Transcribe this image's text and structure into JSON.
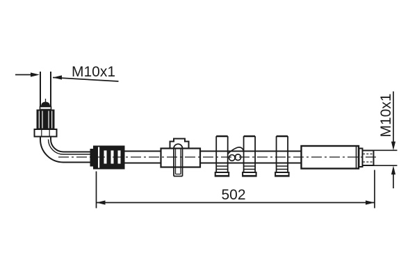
{
  "drawing": {
    "type": "technical-part-drawing",
    "subject": "brake-hose-assembly",
    "labels": {
      "thread_top_left": "M10x1",
      "thread_right": "M10x1",
      "length": "502"
    },
    "colors": {
      "line": "#1b1b1b",
      "background": "#ffffff"
    }
  }
}
